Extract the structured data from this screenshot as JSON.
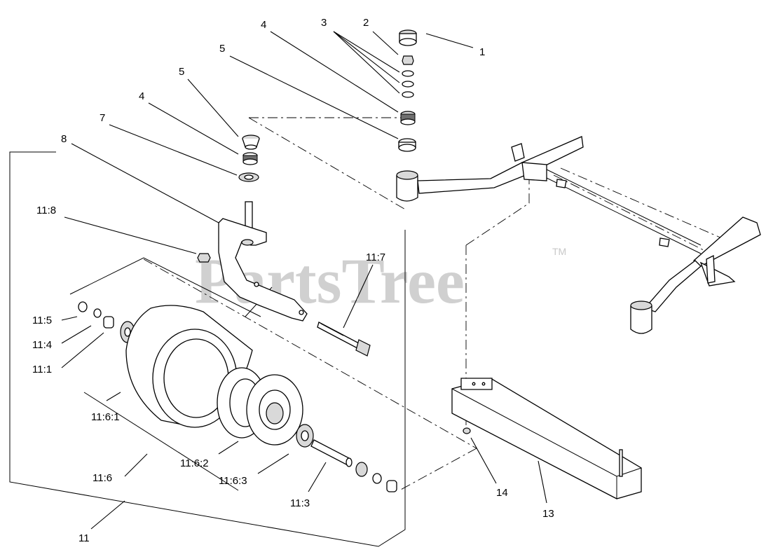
{
  "watermark": {
    "text": "PartsTree",
    "trademark": "TM"
  },
  "callouts": {
    "c1": "1",
    "c2": "2",
    "c3": "3",
    "c4a": "4",
    "c4b": "4",
    "c5a": "5",
    "c5b": "5",
    "c7": "7",
    "c8": "8",
    "c11_8": "11:8",
    "c11_7": "11:7",
    "c11_5": "11:5",
    "c11_4": "11:4",
    "c11_1": "11:1",
    "c11_6_1": "11:6:1",
    "c11_6_2": "11:6:2",
    "c11_6_3": "11:6:3",
    "c11_6": "11:6",
    "c11_3": "11:3",
    "c11": "11",
    "c14": "14",
    "c13": "13"
  }
}
